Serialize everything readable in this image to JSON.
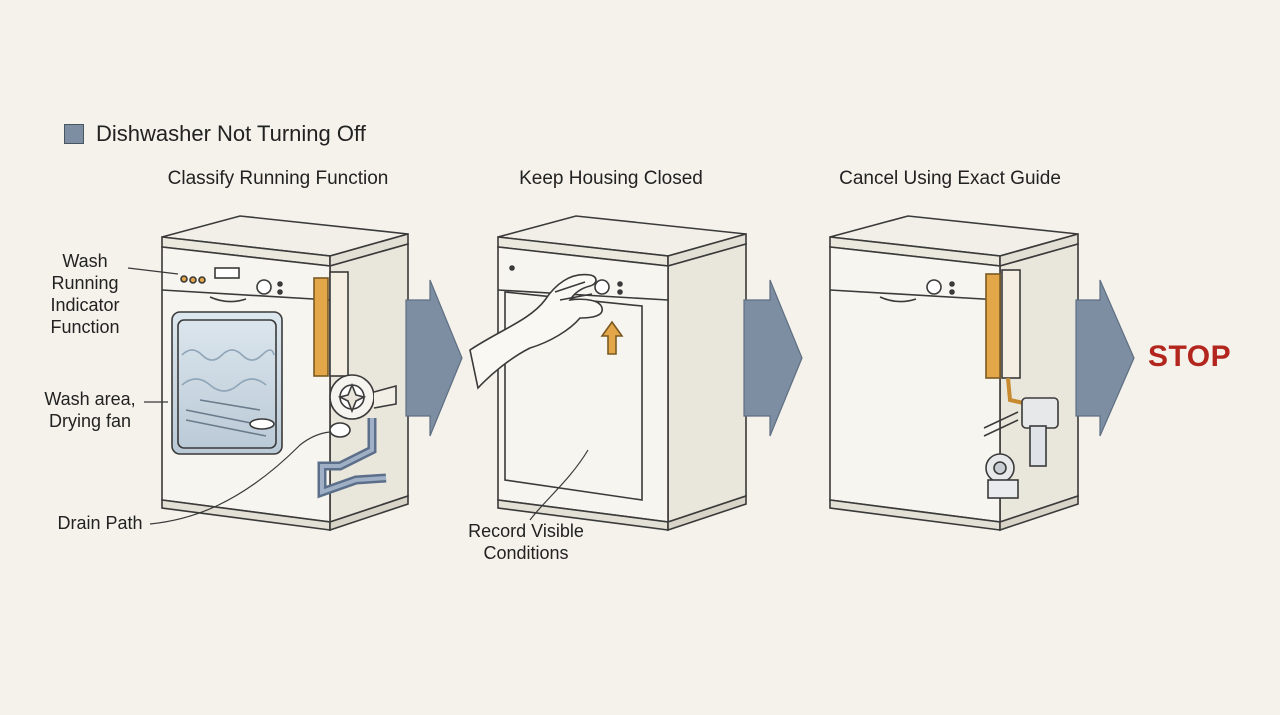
{
  "legend": {
    "label": "Dishwasher Not Turning Off",
    "color": "#7d8ea3"
  },
  "steps": [
    {
      "title": "Classify Running Function"
    },
    {
      "title": "Keep Housing Closed"
    },
    {
      "title": "Cancel Using Exact Guide"
    }
  ],
  "callouts": {
    "wash_indicator": [
      "Wash",
      "Running",
      "Indicator",
      "Function"
    ],
    "wash_area": [
      "Wash area,",
      "Drying fan"
    ],
    "drain_path": "Drain Path",
    "record_conditions": [
      "Record Visible",
      "Conditions"
    ]
  },
  "stop": {
    "label": "STOP",
    "color": "#b3261e"
  },
  "colors": {
    "arrow": "#7d8ea3",
    "accent": "#e3a74a",
    "line": "#3a3a3a"
  }
}
